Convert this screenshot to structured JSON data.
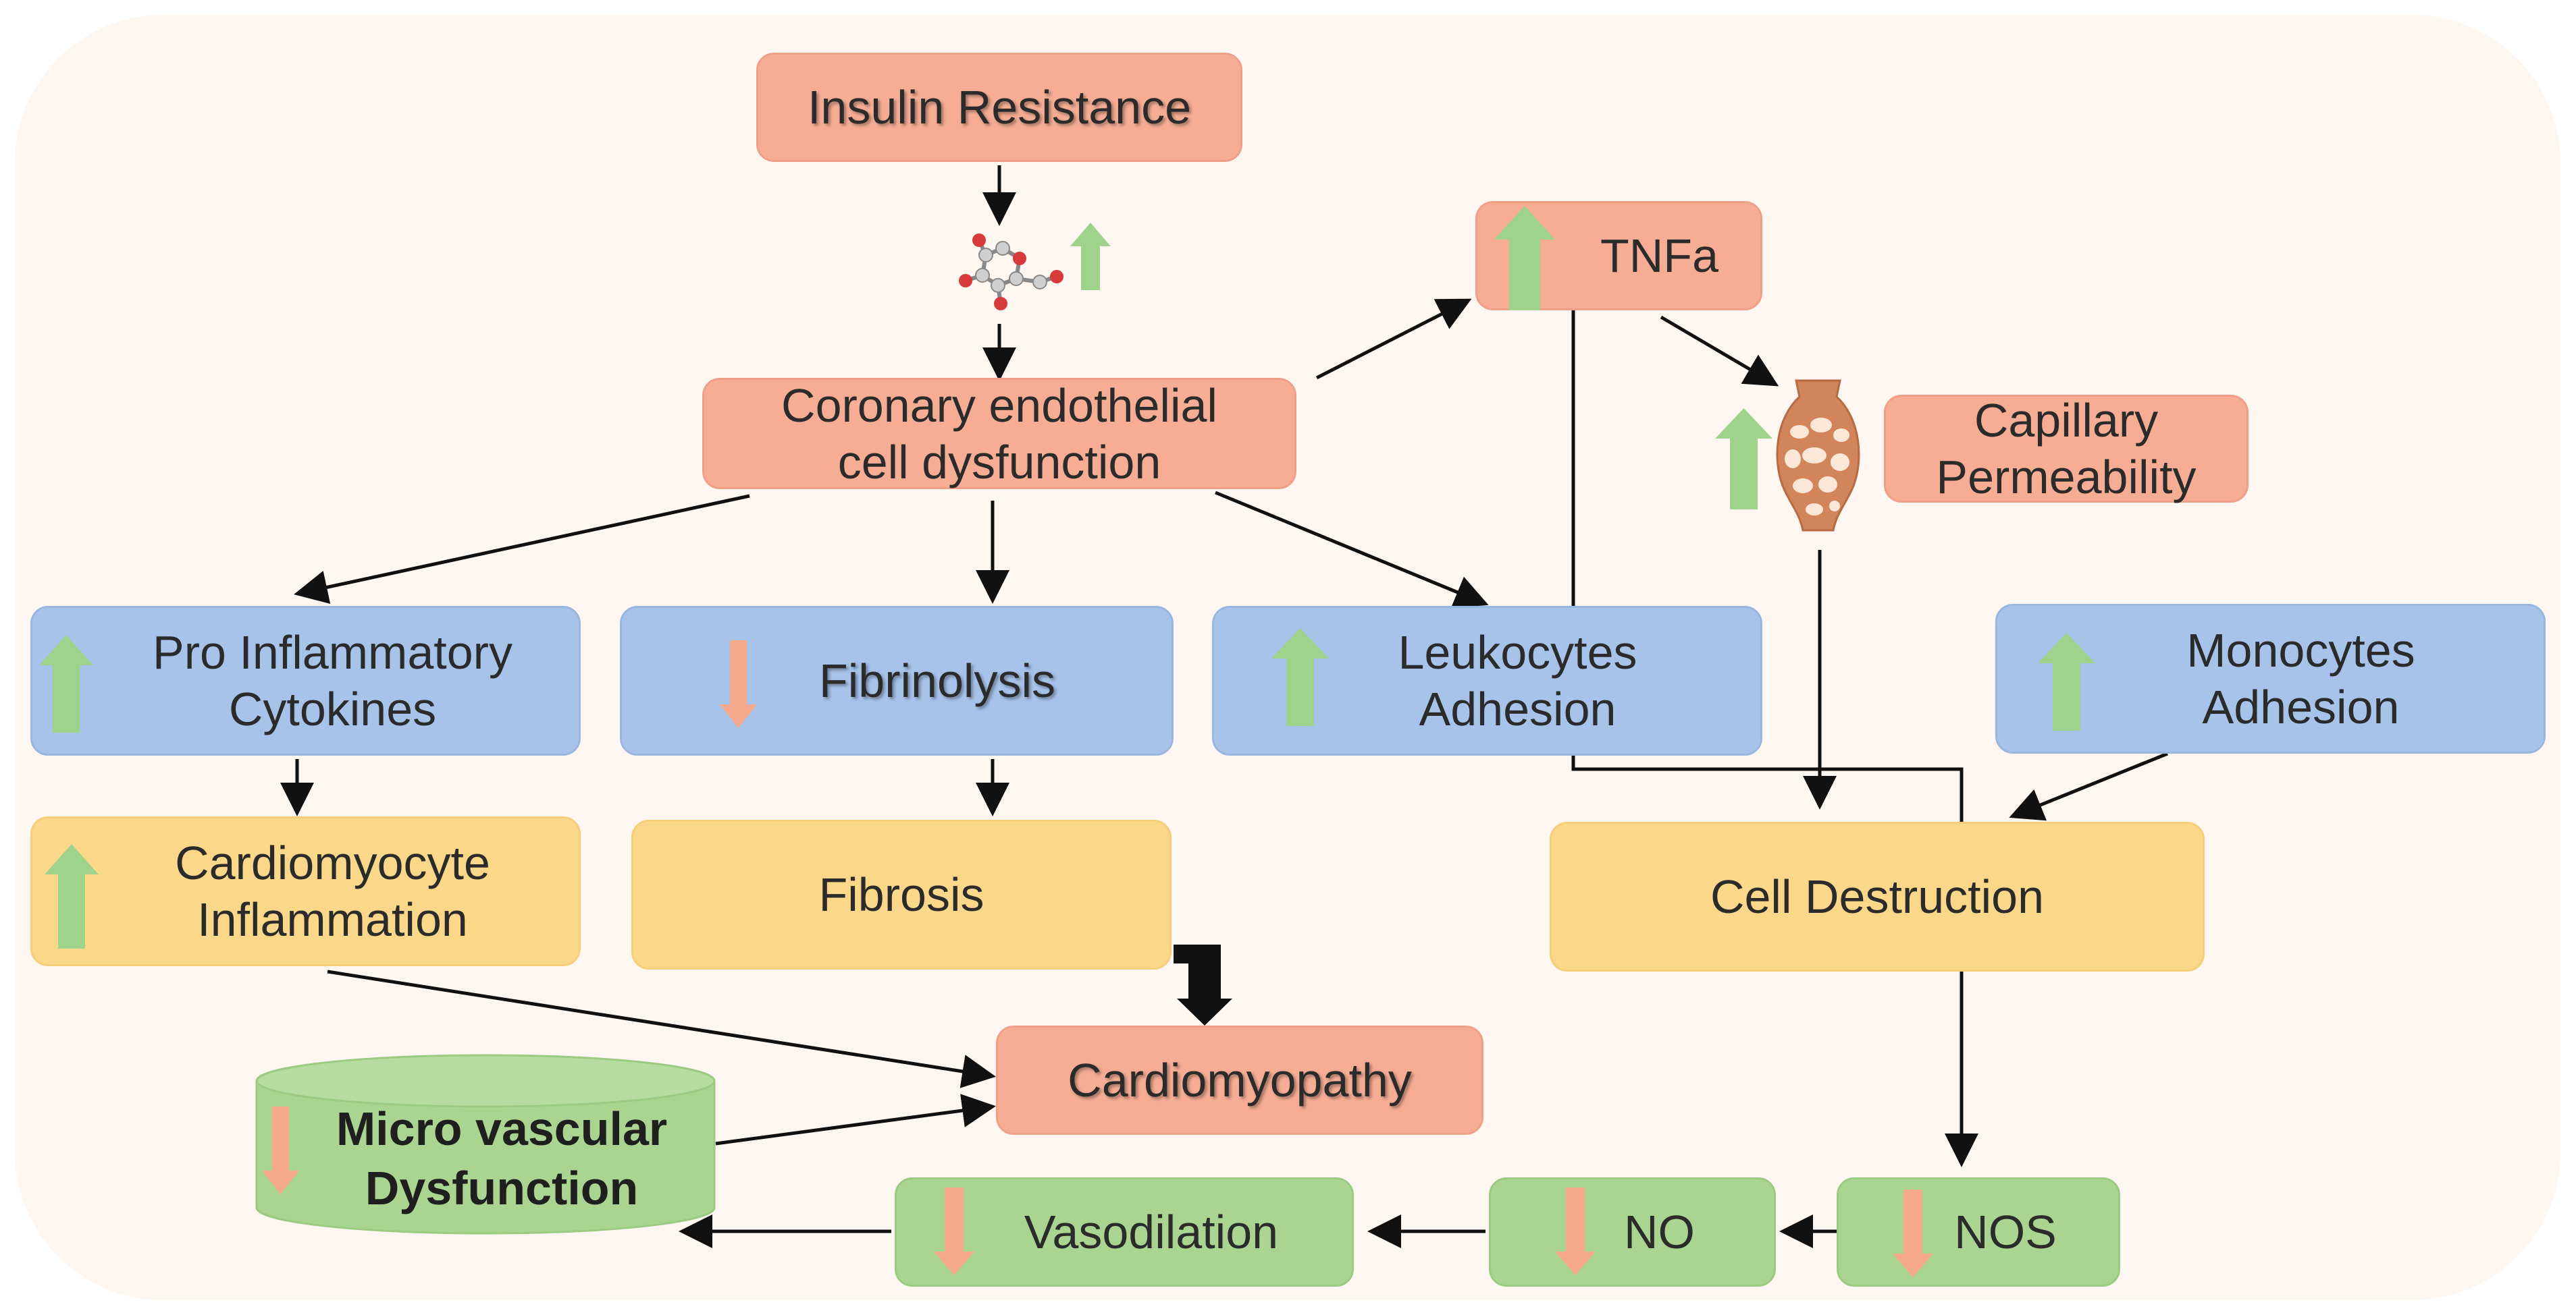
{
  "colors": {
    "salmon": "#f6ad94",
    "blue": "#a7c3ea",
    "yellow": "#fbd78a",
    "green": "#a9d590",
    "up_arrow": "#9fd38c",
    "down_arrow": "#f7a98b",
    "edge": "#111111"
  },
  "nodes": {
    "insulin_resistance": {
      "label": "Insulin Resistance"
    },
    "endothelial_dysfunction": {
      "label": "Coronary endothelial\ncell dysfunction"
    },
    "tnfa": {
      "label": "TNFa",
      "indicator": "up"
    },
    "capillary_permeability": {
      "label": "Capillary\nPermeability",
      "indicator": "up"
    },
    "pro_inflammatory": {
      "label": "Pro Inflammatory\nCytokines",
      "indicator": "up"
    },
    "fibrinolysis": {
      "label": "Fibrinolysis",
      "indicator": "down"
    },
    "leukocytes": {
      "label": "Leukocytes\nAdhesion",
      "indicator": "up"
    },
    "monocytes": {
      "label": "Monocytes\nAdhesion",
      "indicator": "up"
    },
    "cardiomyocyte": {
      "label": "Cardiomyocyte\nInflammation",
      "indicator": "up"
    },
    "fibrosis": {
      "label": "Fibrosis"
    },
    "cell_destruction": {
      "label": "Cell Destruction"
    },
    "cardiomyopathy": {
      "label": "Cardiomyopathy"
    },
    "microvascular": {
      "label": "Micro vascular\nDysfunction",
      "indicator": "down"
    },
    "vasodilation": {
      "label": "Vasodilation",
      "indicator": "down"
    },
    "no": {
      "label": "NO",
      "indicator": "down"
    },
    "nos": {
      "label": "NOS",
      "indicator": "down"
    }
  },
  "icons": {
    "glucose": "glucose-molecule-icon",
    "glucose_indicator": "up",
    "vessel": "vessel-icon"
  }
}
